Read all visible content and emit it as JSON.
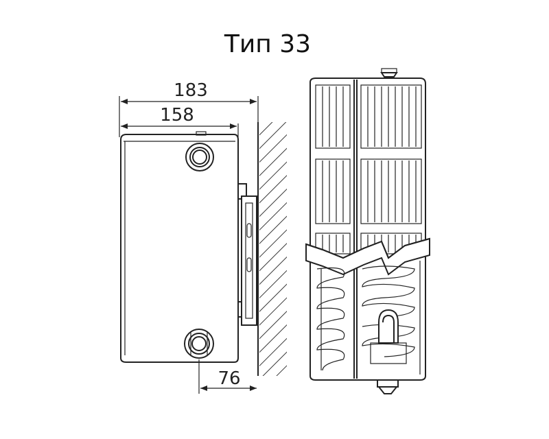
{
  "title": "Тип 33",
  "dimensions": {
    "overall_depth": "183",
    "panel_depth": "158",
    "connection_offset": "76"
  },
  "colors": {
    "line": "#222222",
    "background": "#ffffff"
  }
}
